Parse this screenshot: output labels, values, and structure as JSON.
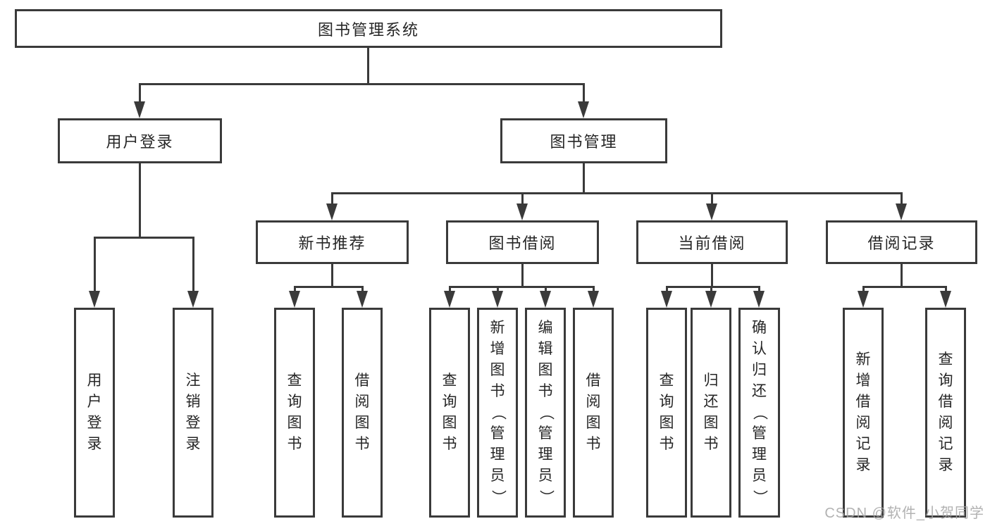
{
  "diagram": {
    "type": "hierarchy-tree",
    "nodes": {
      "root": "图书管理系统",
      "userLogin": "用户登录",
      "bookMgmt": "图书管理",
      "newBooks": "新书推荐",
      "bookBorrow": "图书借阅",
      "currentBorrow": "当前借阅",
      "borrowRecords": "借阅记录",
      "leaves": {
        "userLogin": [
          "用户登录",
          "注销登录"
        ],
        "newBooks": [
          "查询图书",
          "借阅图书"
        ],
        "bookBorrow": [
          "查询图书",
          "新增图书（管理员）",
          "编辑图书（管理员）",
          "借阅图书"
        ],
        "currentBorrow": [
          "查询图书",
          "归还图书",
          "确认归还（管理员）"
        ],
        "borrowRecords": [
          "新增借阅记录",
          "查询借阅记录"
        ]
      }
    },
    "watermark": "CSDN @软件_小贺同学",
    "colors": {
      "line": "#3a3a3a",
      "text": "#262626",
      "watermark": "#a5a5a5",
      "background": "#ffffff"
    }
  }
}
